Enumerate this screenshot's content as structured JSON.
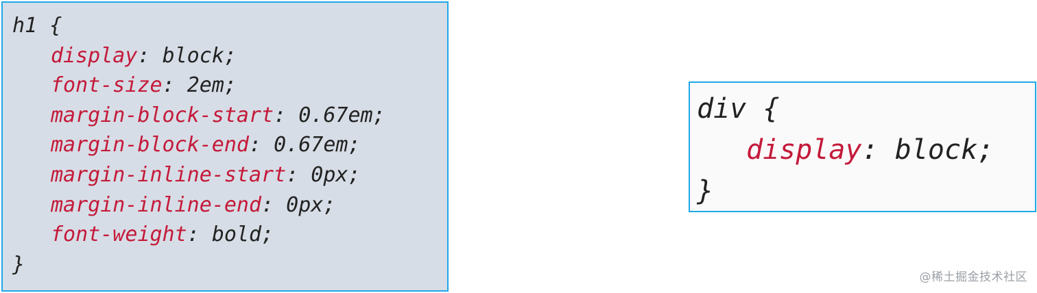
{
  "h1_rule": {
    "selector": "h1",
    "open_brace": "{",
    "close_brace": "}",
    "declarations": [
      {
        "property": "display",
        "value": "block"
      },
      {
        "property": "font-size",
        "value": "2em"
      },
      {
        "property": "margin-block-start",
        "value": "0.67em"
      },
      {
        "property": "margin-block-end",
        "value": "0.67em"
      },
      {
        "property": "margin-inline-start",
        "value": "0px"
      },
      {
        "property": "margin-inline-end",
        "value": "0px"
      },
      {
        "property": "font-weight",
        "value": "bold"
      }
    ]
  },
  "div_rule": {
    "selector": "div",
    "open_brace": "{",
    "close_brace": "}",
    "declarations": [
      {
        "property": "display",
        "value": "block"
      }
    ]
  },
  "watermark": "@稀土掘金技术社区",
  "colors": {
    "panel_border": "#1ea7e8",
    "property": "#c41a3a",
    "text": "#222222",
    "h1_panel_bg": "#d7dde6"
  }
}
